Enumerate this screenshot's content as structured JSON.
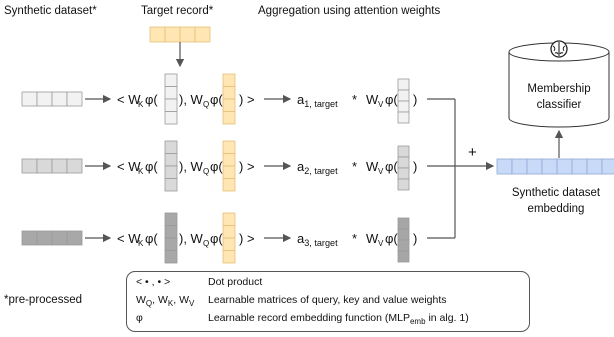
{
  "headers": {
    "synthetic_dataset": "Synthetic dataset*",
    "target_record": "Target record*",
    "aggregation": "Aggregation using attention weights"
  },
  "rows": [
    {
      "shade": "#f2f2f2",
      "value_shade": "#f2f2f2",
      "weight": "a",
      "weight_sub": "1, target"
    },
    {
      "shade": "#d9d9d9",
      "value_shade": "#d9d9d9",
      "weight": "a",
      "weight_sub": "2, target"
    },
    {
      "shade": "#a8a8a8",
      "value_shade": "#a6a6a6",
      "weight": "a",
      "weight_sub": "3, target"
    }
  ],
  "row_text": {
    "open": "< W",
    "k_sub": "K",
    "phi_open": "φ(",
    "close_mid": "), W",
    "q_sub": "Q",
    "close_end": ") >",
    "times": "*",
    "v": "W",
    "v_sub": "V",
    "close_paren": ")"
  },
  "plus": "+",
  "classifier": {
    "line1": "Membership",
    "line2": "classifier"
  },
  "embedding": {
    "line1": "Synthetic dataset",
    "line2": "embedding"
  },
  "footnote": "*pre-processed",
  "legend": {
    "dot_symbol": "< • , • >",
    "dot_desc": "Dot product",
    "w_q": "W",
    "w_q_sub": "Q",
    "w_k": ", W",
    "w_k_sub": "K",
    "w_v": ", W",
    "w_v_sub": "V",
    "w_desc": "Learnable matrices of query, key and value weights",
    "phi": "φ",
    "phi_desc_pre": "Learnable record embedding function (MLP",
    "phi_desc_sub": "emb",
    "phi_desc_post": " in alg. 1)"
  },
  "colors": {
    "target": "#ffe6b3",
    "target_stroke": "#e5c07b",
    "embedding": "#c9daf8",
    "embedding_stroke": "#8fa9d6",
    "arrow": "#555555"
  }
}
